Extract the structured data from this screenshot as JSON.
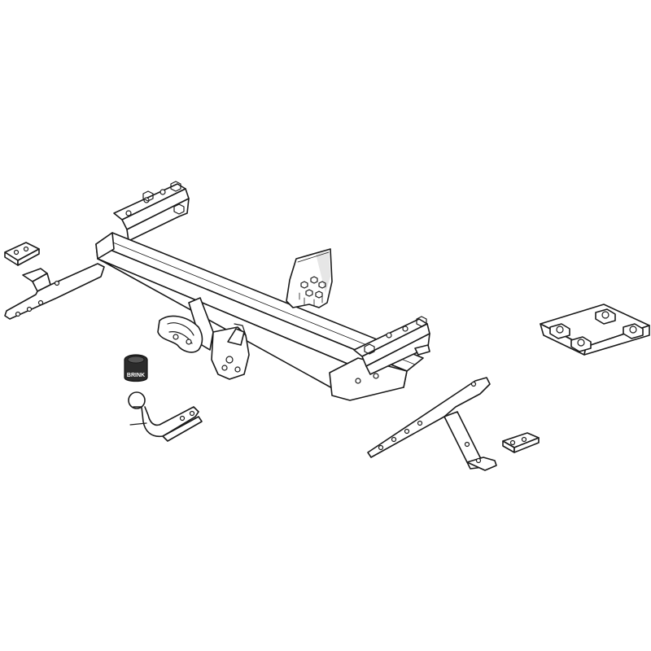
{
  "diagram": {
    "parts": [
      {
        "id": "crossbar",
        "icon": "crossbar-icon"
      },
      {
        "id": "left-upper-bracket",
        "icon": "bracket-icon"
      },
      {
        "id": "right-upper-bracket",
        "icon": "bracket-icon"
      },
      {
        "id": "left-small-plate",
        "icon": "plate-icon"
      },
      {
        "id": "left-side-arm",
        "icon": "arm-icon"
      },
      {
        "id": "center-mount",
        "icon": "mount-icon"
      },
      {
        "id": "bolt-bag",
        "icon": "bag-icon"
      },
      {
        "id": "hook-clip",
        "icon": "clip-icon"
      },
      {
        "id": "socket-cap",
        "icon": "cap-icon",
        "label": "BRINK"
      },
      {
        "id": "tow-ball",
        "icon": "towball-icon"
      },
      {
        "id": "right-side-arm",
        "icon": "arm-icon"
      },
      {
        "id": "right-small-plate",
        "icon": "plate-icon"
      },
      {
        "id": "nut-plate",
        "icon": "nut-plate-icon"
      }
    ],
    "colors": {
      "line": "#1a1a1a",
      "fill": "#ffffff",
      "cap": "#2b2b2b"
    }
  }
}
